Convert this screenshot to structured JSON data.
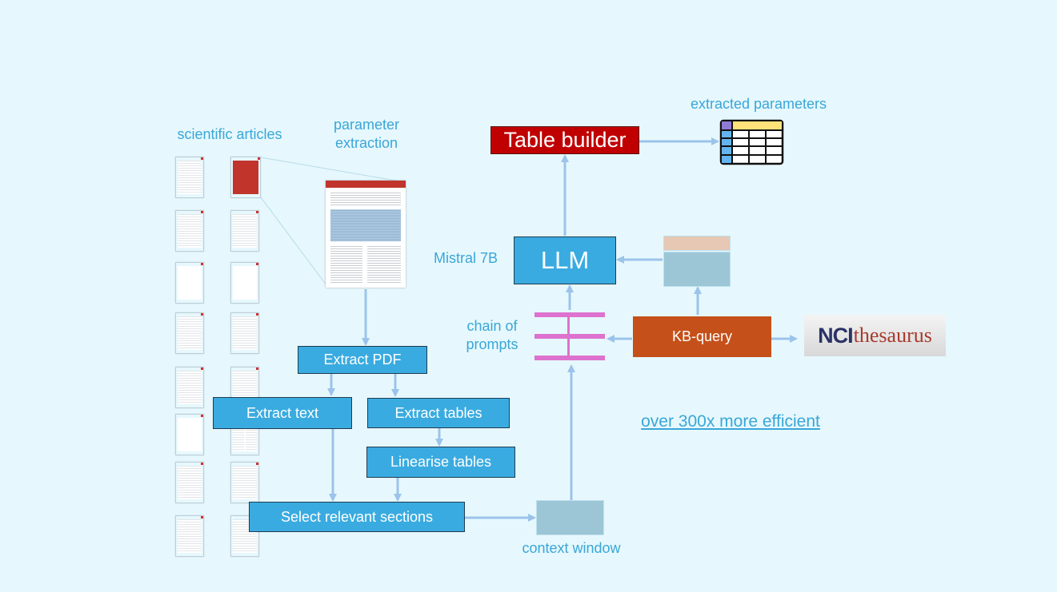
{
  "labels": {
    "scientific_articles": "scientific articles",
    "parameter_extraction": "parameter\nextraction",
    "extracted_parameters": "extracted parameters",
    "mistral": "Mistral 7B",
    "chain_of_prompts": "chain of\nprompts",
    "context_window": "context window",
    "efficiency": "over 300x more efficient"
  },
  "boxes": {
    "table_builder": "Table builder",
    "llm": "LLM",
    "kb_query": "KB-query",
    "extract_pdf": "Extract PDF",
    "extract_text": "Extract text",
    "extract_tables": "Extract tables",
    "linearise_tables": "Linearise tables",
    "select_sections": "Select relevant sections"
  },
  "logo": {
    "nci": "NCI",
    "thesaurus": "thesaurus"
  },
  "colors": {
    "background": "#e6f8fd",
    "process_box": "#3aabe0",
    "table_builder": "#c00000",
    "kb_query": "#c5501a",
    "arrow": "#9cc3ea",
    "prompt_bars": "#dd72cf",
    "label_text": "#3aa6d8"
  }
}
